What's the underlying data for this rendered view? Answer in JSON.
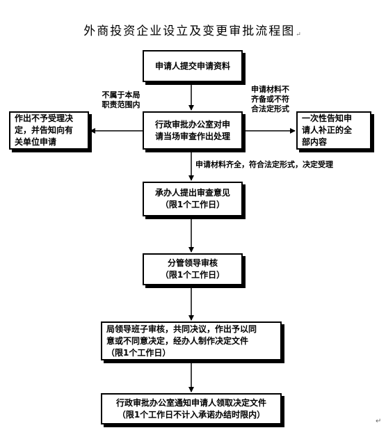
{
  "title": "外商投资企业设立及变更审批流程图",
  "title_mark": "↵",
  "end_mark": "↵",
  "nodes": {
    "submit": [
      "申请人提交申请资料"
    ],
    "review": [
      "行政审批办公室对申",
      "请当场审查作出处理"
    ],
    "reject": [
      "作出不予受理决",
      "定，并告知向有",
      "关单位申请"
    ],
    "notify_supplement": [
      "一次性告知申",
      "请人补正的全",
      "部内容"
    ],
    "handler_opinion": [
      "承办人提出审查意见",
      "（限1个工作日）"
    ],
    "leader_review": [
      "分管领导审核",
      "（限1个工作日）"
    ],
    "bureau_decision": [
      "局领导班子审核，共同决议，作出予以同",
      "意或不同意决定，经办人制作决定文件",
      "（限1个工作日）"
    ],
    "final_notice": [
      "行政审批办公室通知申请人领取决定文件",
      "（限1个工作日不计入承诺办结时限内）"
    ]
  },
  "labels": {
    "not_in_scope": [
      "不属于本局",
      "职责范围内"
    ],
    "incomplete": [
      "申请材料不",
      "齐备或不符",
      "合法定形式"
    ],
    "accepted": [
      "申请材料齐全，符合法定形式，决定受理"
    ]
  }
}
